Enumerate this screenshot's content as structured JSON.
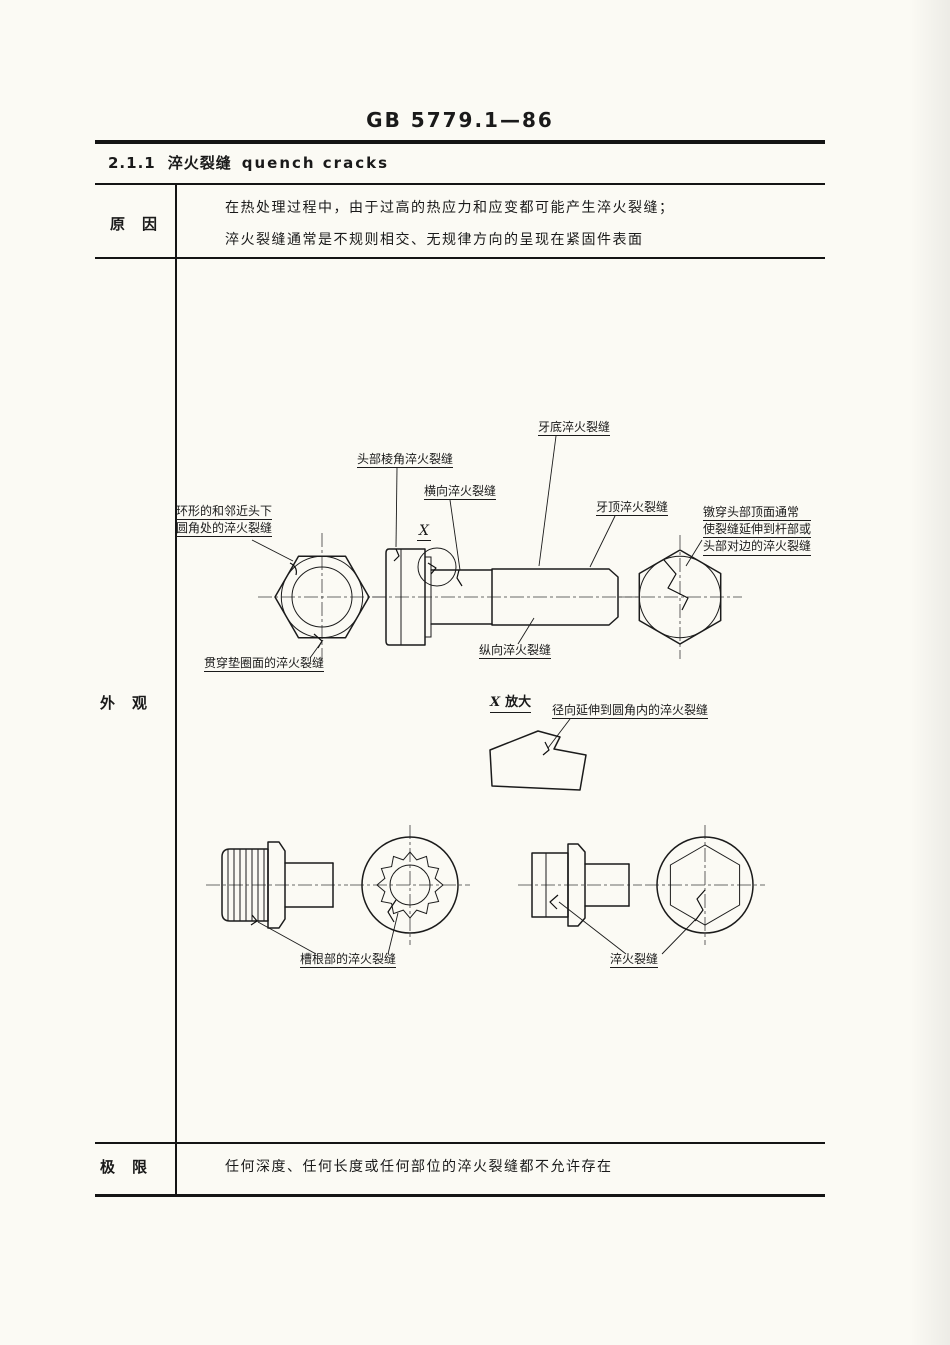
{
  "colors": {
    "ink": "#1a1a1a",
    "paper": "#fbfaf4"
  },
  "page": {
    "doc_number": "GB 5779.1—86"
  },
  "section": {
    "number": "2.1.1",
    "title_cn": "淬火裂缝",
    "title_en": "quench cracks"
  },
  "rows": {
    "cause": {
      "label": "原　因",
      "line1": "在热处理过程中，由于过高的热应力和应变都可能产生淬火裂缝；",
      "line2": "淬火裂缝通常是不规则相交、无规律方向的呈现在紧固件表面"
    },
    "appearance": {
      "label": "外　观"
    },
    "limit": {
      "label": "极　限",
      "text": "任何深度、任何长度或任何部位的淬火裂缝都不允许存在"
    }
  },
  "diagram": {
    "labels": {
      "thread_root": "牙底淬火裂缝",
      "head_corner": "头部棱角淬火裂缝",
      "transverse": "横向淬火裂缝",
      "thread_crest": "牙顶淬火裂缝",
      "annular_line1": "环形的和邻近头下",
      "annular_line2": "圆角处的淬火裂缝",
      "washer_face": "贯穿垫圈面的淬火裂缝",
      "longitudinal": "纵向淬火裂缝",
      "head_top_line1": "镦穿头部顶面通常",
      "head_top_line2": "使裂缝延伸到杆部或",
      "head_top_line3": "头部对边的淬火裂缝",
      "marker_x": "X",
      "detail_x": "X",
      "detail_scale": "放大",
      "radial_fillet": "径向延伸到圆角内的淬火裂缝",
      "slot_root": "槽根部的淬火裂缝",
      "quench_crack": "淬火裂缝"
    }
  }
}
